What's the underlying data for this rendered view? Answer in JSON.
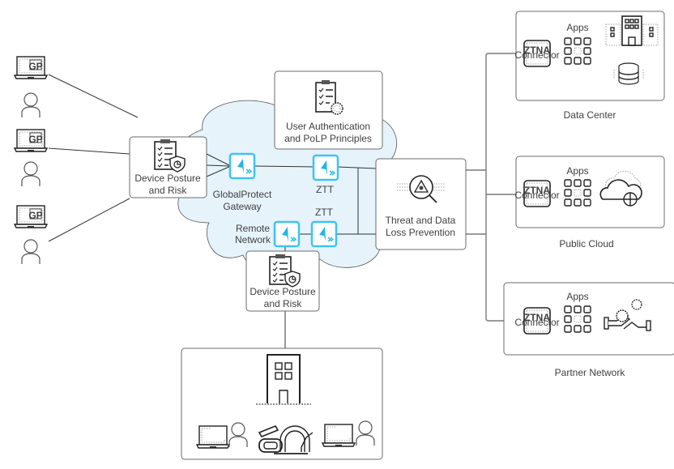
{
  "users": [
    {
      "laptop_label": "GP"
    },
    {
      "laptop_label": "GP"
    },
    {
      "laptop_label": "GP"
    }
  ],
  "nodes": {
    "device_posture_top": {
      "line1": "Device Posture",
      "line2": "and Risk"
    },
    "device_posture_bottom": {
      "line1": "Device Posture",
      "line2": "and Risk"
    },
    "user_auth": {
      "line1": "User Authentication",
      "line2": "and PoLP Principles"
    },
    "globalprotect": {
      "line1": "GlobalProtect",
      "line2": "Gateway"
    },
    "ztt_top": {
      "label": "ZTT"
    },
    "ztt_bottom": {
      "label": "ZTT"
    },
    "remote_network": {
      "line1": "Remote",
      "line2": "Network"
    },
    "threat": {
      "line1": "Threat and Data",
      "line2": "Loss Prevention"
    }
  },
  "destinations": [
    {
      "name": "Data Center",
      "apps_label": "Apps",
      "connector_title": "ZTNA",
      "connector_sub": "Connector"
    },
    {
      "name": "Public Cloud",
      "apps_label": "Apps",
      "connector_title": "ZTNA",
      "connector_sub": "Connector"
    },
    {
      "name": "Partner Network",
      "apps_label": "Apps",
      "connector_title": "ZTNA",
      "connector_sub": "Connector"
    }
  ],
  "colors": {
    "cloud_fill": "#e6f3fb",
    "prisma_icon": "#1fb6e8",
    "line": "#333333",
    "box_border": "#6b6b6b"
  }
}
